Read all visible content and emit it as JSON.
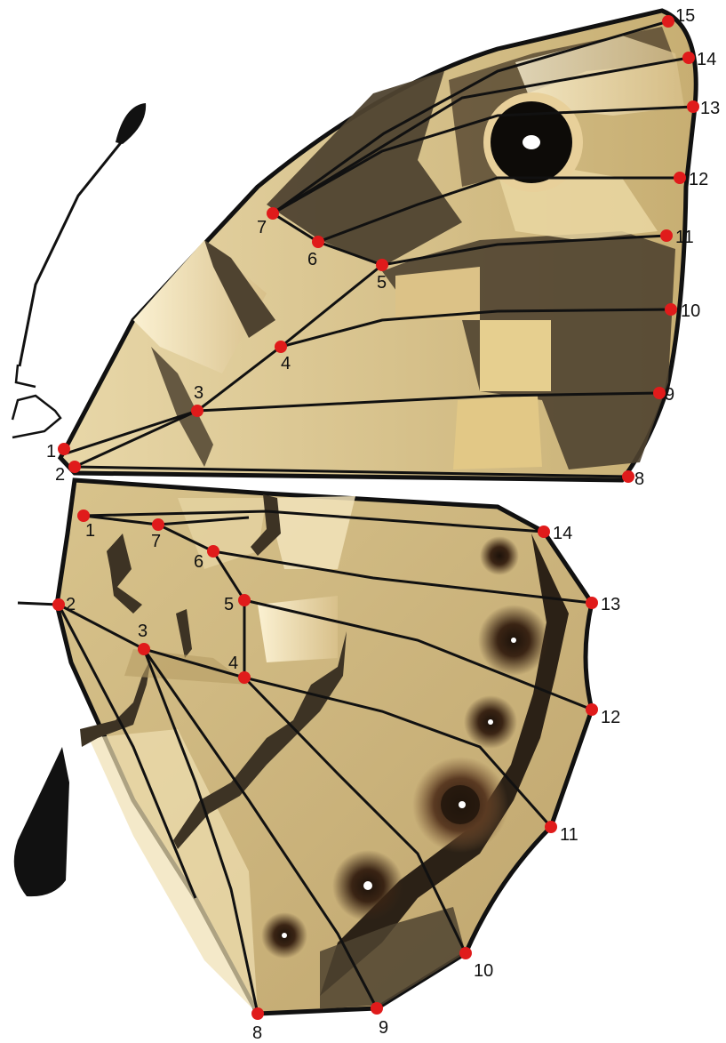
{
  "diagram": {
    "forewing": {
      "landmarks": [
        {
          "id": "fw-1",
          "label": "1"
        },
        {
          "id": "fw-2",
          "label": "2"
        },
        {
          "id": "fw-3",
          "label": "3"
        },
        {
          "id": "fw-4",
          "label": "4"
        },
        {
          "id": "fw-5",
          "label": "5"
        },
        {
          "id": "fw-6",
          "label": "6"
        },
        {
          "id": "fw-7",
          "label": "7"
        },
        {
          "id": "fw-8",
          "label": "8"
        },
        {
          "id": "fw-9",
          "label": "9"
        },
        {
          "id": "fw-10",
          "label": "10"
        },
        {
          "id": "fw-11",
          "label": "11"
        },
        {
          "id": "fw-12",
          "label": "12"
        },
        {
          "id": "fw-13",
          "label": "13"
        },
        {
          "id": "fw-14",
          "label": "14"
        },
        {
          "id": "fw-15",
          "label": "15"
        }
      ]
    },
    "hindwing": {
      "landmarks": [
        {
          "id": "hw-1",
          "label": "1"
        },
        {
          "id": "hw-2",
          "label": "2"
        },
        {
          "id": "hw-3",
          "label": "3"
        },
        {
          "id": "hw-4",
          "label": "4"
        },
        {
          "id": "hw-5",
          "label": "5"
        },
        {
          "id": "hw-6",
          "label": "6"
        },
        {
          "id": "hw-7",
          "label": "7"
        },
        {
          "id": "hw-8",
          "label": "8"
        },
        {
          "id": "hw-9",
          "label": "9"
        },
        {
          "id": "hw-10",
          "label": "10"
        },
        {
          "id": "hw-11",
          "label": "11"
        },
        {
          "id": "hw-12",
          "label": "12"
        },
        {
          "id": "hw-13",
          "label": "13"
        },
        {
          "id": "hw-14",
          "label": "14"
        }
      ]
    },
    "colors": {
      "landmark": "#e01b1b",
      "wing_base": "#c9b27a",
      "wing_light": "#ecdcae",
      "wing_dark": "#4f4330",
      "outline": "#111111",
      "eyespot": "#3a2414"
    }
  }
}
